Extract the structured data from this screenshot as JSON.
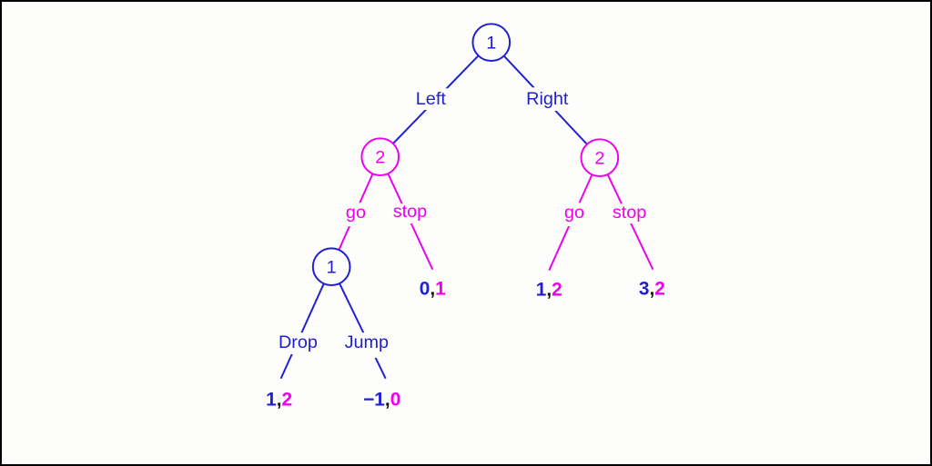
{
  "diagram": {
    "type": "extensive-form-game-tree",
    "colors": {
      "player1": "#2020d0",
      "player2": "#ee00ee",
      "comma": "#111111",
      "background": "#fdfdfb",
      "border": "#000000"
    },
    "nodes": {
      "root": {
        "player": "1"
      },
      "left2": {
        "player": "2"
      },
      "right2": {
        "player": "2"
      },
      "lower1": {
        "player": "1"
      }
    },
    "edge_labels": {
      "left": "Left",
      "right": "Right",
      "go_left": "go",
      "stop_left": "stop",
      "go_right": "go",
      "stop_right": "stop",
      "drop": "Drop",
      "jump": "Jump"
    },
    "payoffs": {
      "stop_left": {
        "p1": "0",
        "sep": ",",
        "p2": "1"
      },
      "go_right": {
        "p1": "1",
        "sep": ",",
        "p2": "2"
      },
      "stop_right": {
        "p1": "3",
        "sep": ",",
        "p2": "2"
      },
      "drop": {
        "p1": "1",
        "sep": ",",
        "p2": "2"
      },
      "jump": {
        "p1": "−1",
        "sep": ",",
        "p2": "0"
      }
    }
  }
}
